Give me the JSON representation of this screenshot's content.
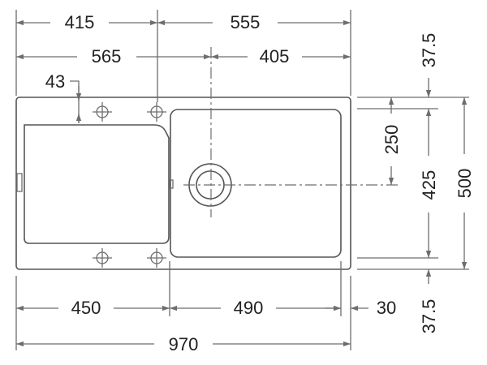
{
  "dimensions": {
    "top_left": "415",
    "top_right": "555",
    "second_left": "565",
    "second_right": "405",
    "hole_offset": "43",
    "bottom_left": "450",
    "bottom_mid": "490",
    "bottom_right": "30",
    "overall_width": "970",
    "right_top_margin": "37.5",
    "drain_height": "250",
    "bowl_height": "425",
    "overall_height": "500",
    "right_bottom_margin": "37.5"
  },
  "colors": {
    "line": "#6d6d6d",
    "outline": "#555555",
    "text": "#222222"
  }
}
